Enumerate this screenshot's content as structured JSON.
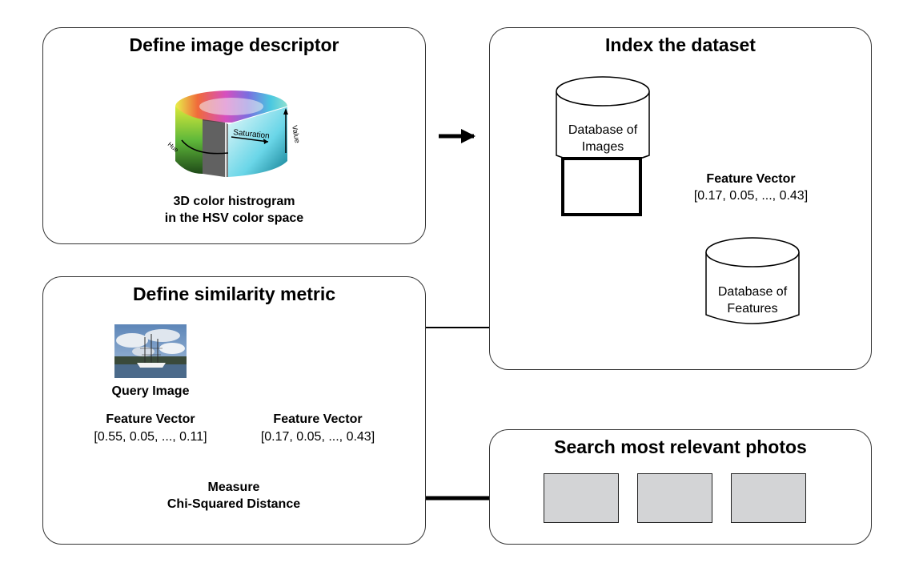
{
  "panels": {
    "descriptor": {
      "title": "Define image descriptor",
      "hsv_labels": {
        "hue": "Hue",
        "saturation": "Saturation",
        "value": "Value"
      },
      "caption_line1": "3D color histrogram",
      "caption_line2": "in the HSV color space"
    },
    "index": {
      "title": "Index the dataset",
      "db_images_line1": "Database of",
      "db_images_line2": "Images",
      "feature_vector_label": "Feature Vector",
      "feature_vector_value": "[0.17, 0.05, ..., 0.43]",
      "db_features_line1": "Database of",
      "db_features_line2": "Features"
    },
    "similarity": {
      "title": "Define similarity metric",
      "query_label": "Query Image",
      "query_vector_label": "Feature Vector",
      "query_vector_value": "[0.55, 0.05, ..., 0.11]",
      "db_vector_label": "Feature Vector",
      "db_vector_value": "[0.17, 0.05, ..., 0.43]",
      "measure_line1": "Measure",
      "measure_line2": "Chi-Squared Distance"
    },
    "search": {
      "title": "Search most relevant photos",
      "result_count": 3
    }
  },
  "colors": {
    "border": "#333333",
    "result_fill": "#d3d4d6",
    "arrow": "#000000"
  }
}
